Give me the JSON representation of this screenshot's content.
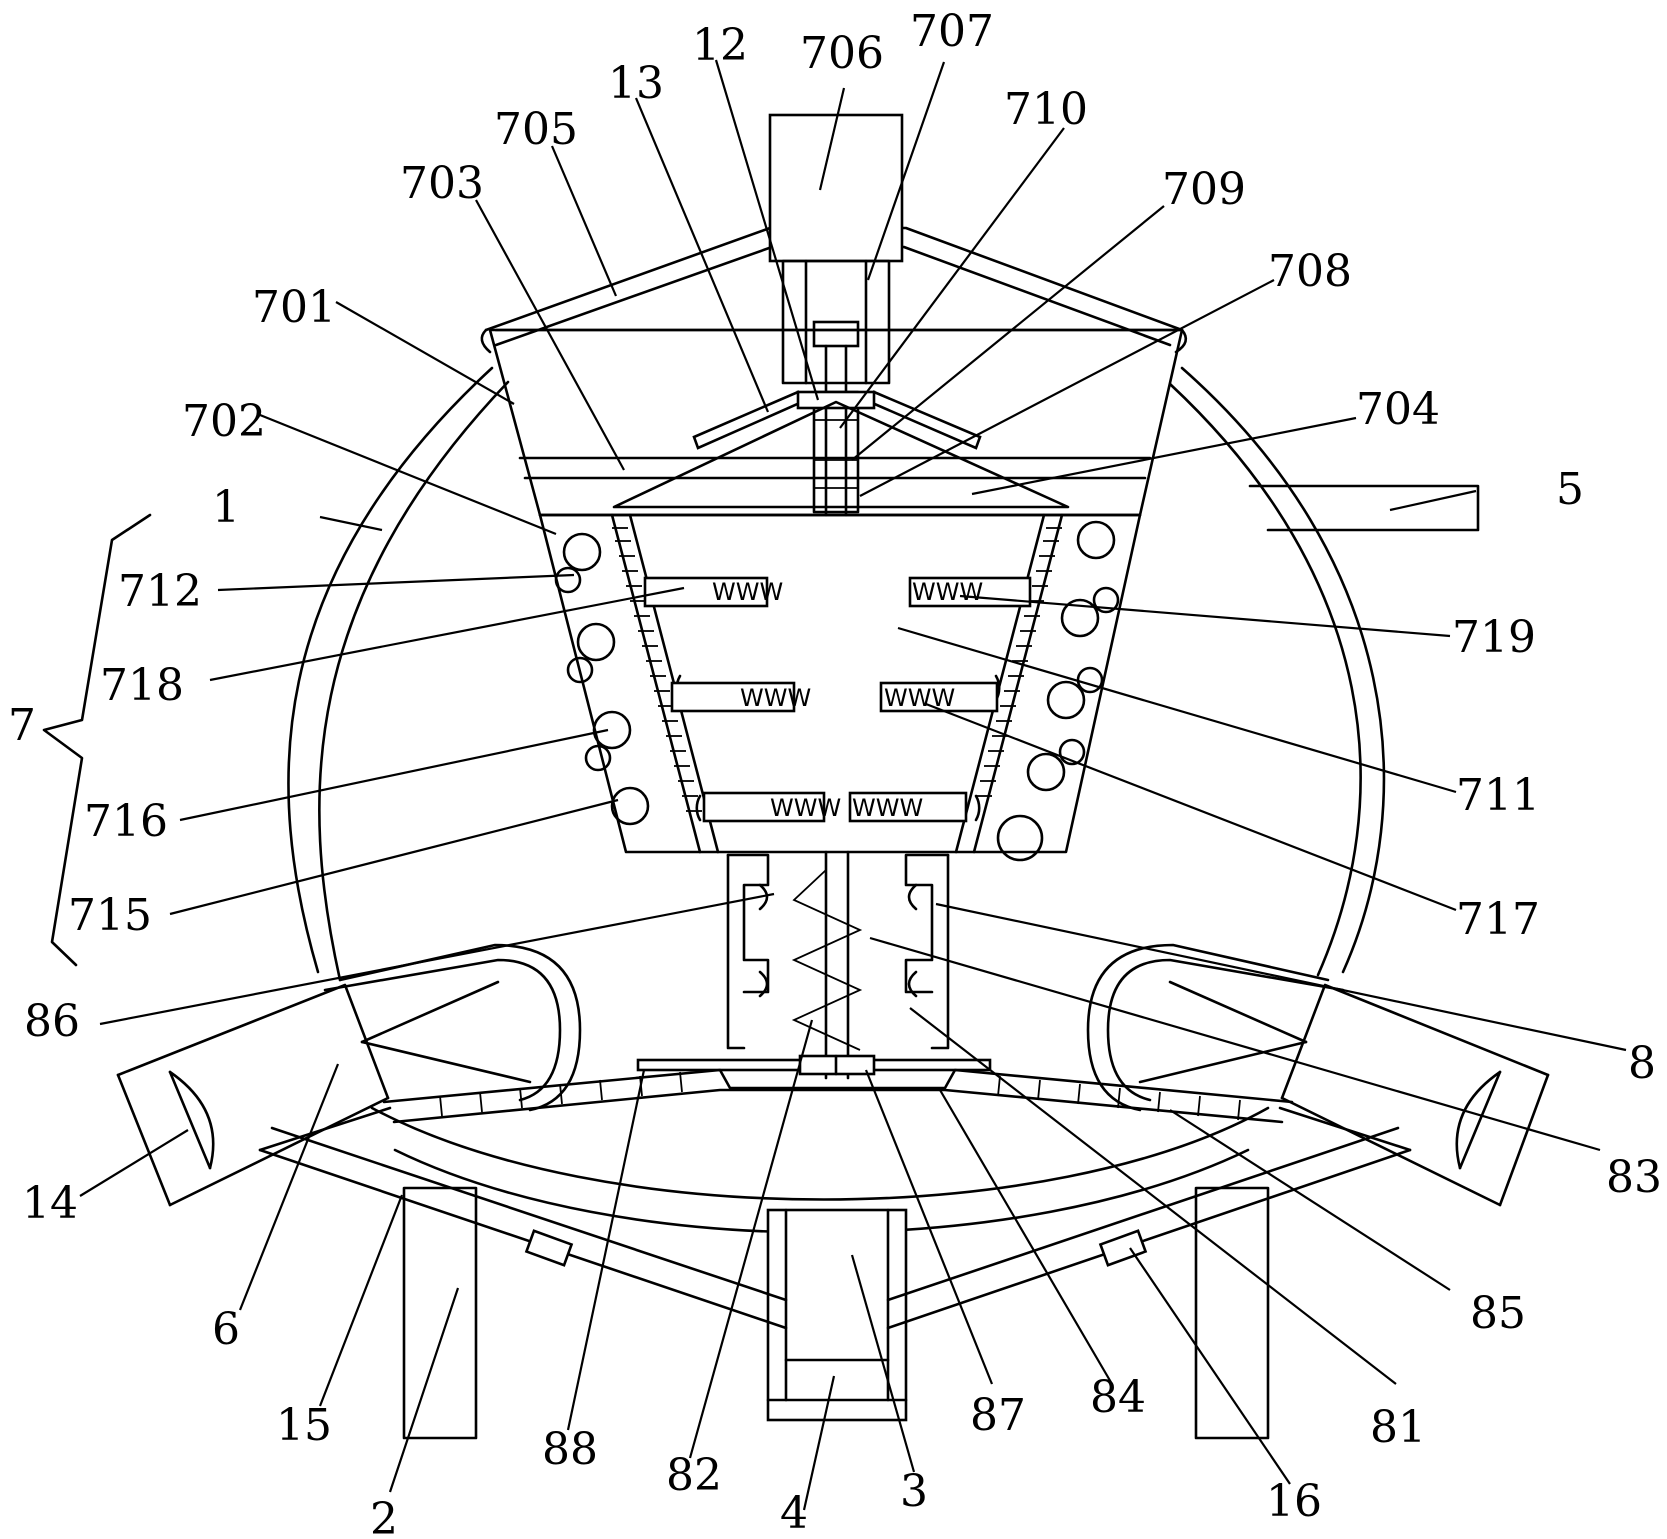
{
  "labels": {
    "l12": "12",
    "l13": "13",
    "l706": "706",
    "l707": "707",
    "l705": "705",
    "l703": "703",
    "l710": "710",
    "l709": "709",
    "l708": "708",
    "l701": "701",
    "l702": "702",
    "l704": "704",
    "l1": "1",
    "l5": "5",
    "l712": "712",
    "l719": "719",
    "l7": "7",
    "l718": "718",
    "l711": "711",
    "l716": "716",
    "l717": "717",
    "l715": "715",
    "l86": "86",
    "l8": "8",
    "l83": "83",
    "l14": "14",
    "l6": "6",
    "l85": "85",
    "l15": "15",
    "l88": "88",
    "l82": "82",
    "l87": "87",
    "l84": "84",
    "l81": "81",
    "l2": "2",
    "l4": "4",
    "l3": "3",
    "l16": "16"
  },
  "springs": {
    "upper_left": "WWW",
    "upper_right": "WWW",
    "middle_left": "WWW",
    "middle_right": "WWW",
    "lower_left": "WWW",
    "lower_right": "WWW"
  }
}
